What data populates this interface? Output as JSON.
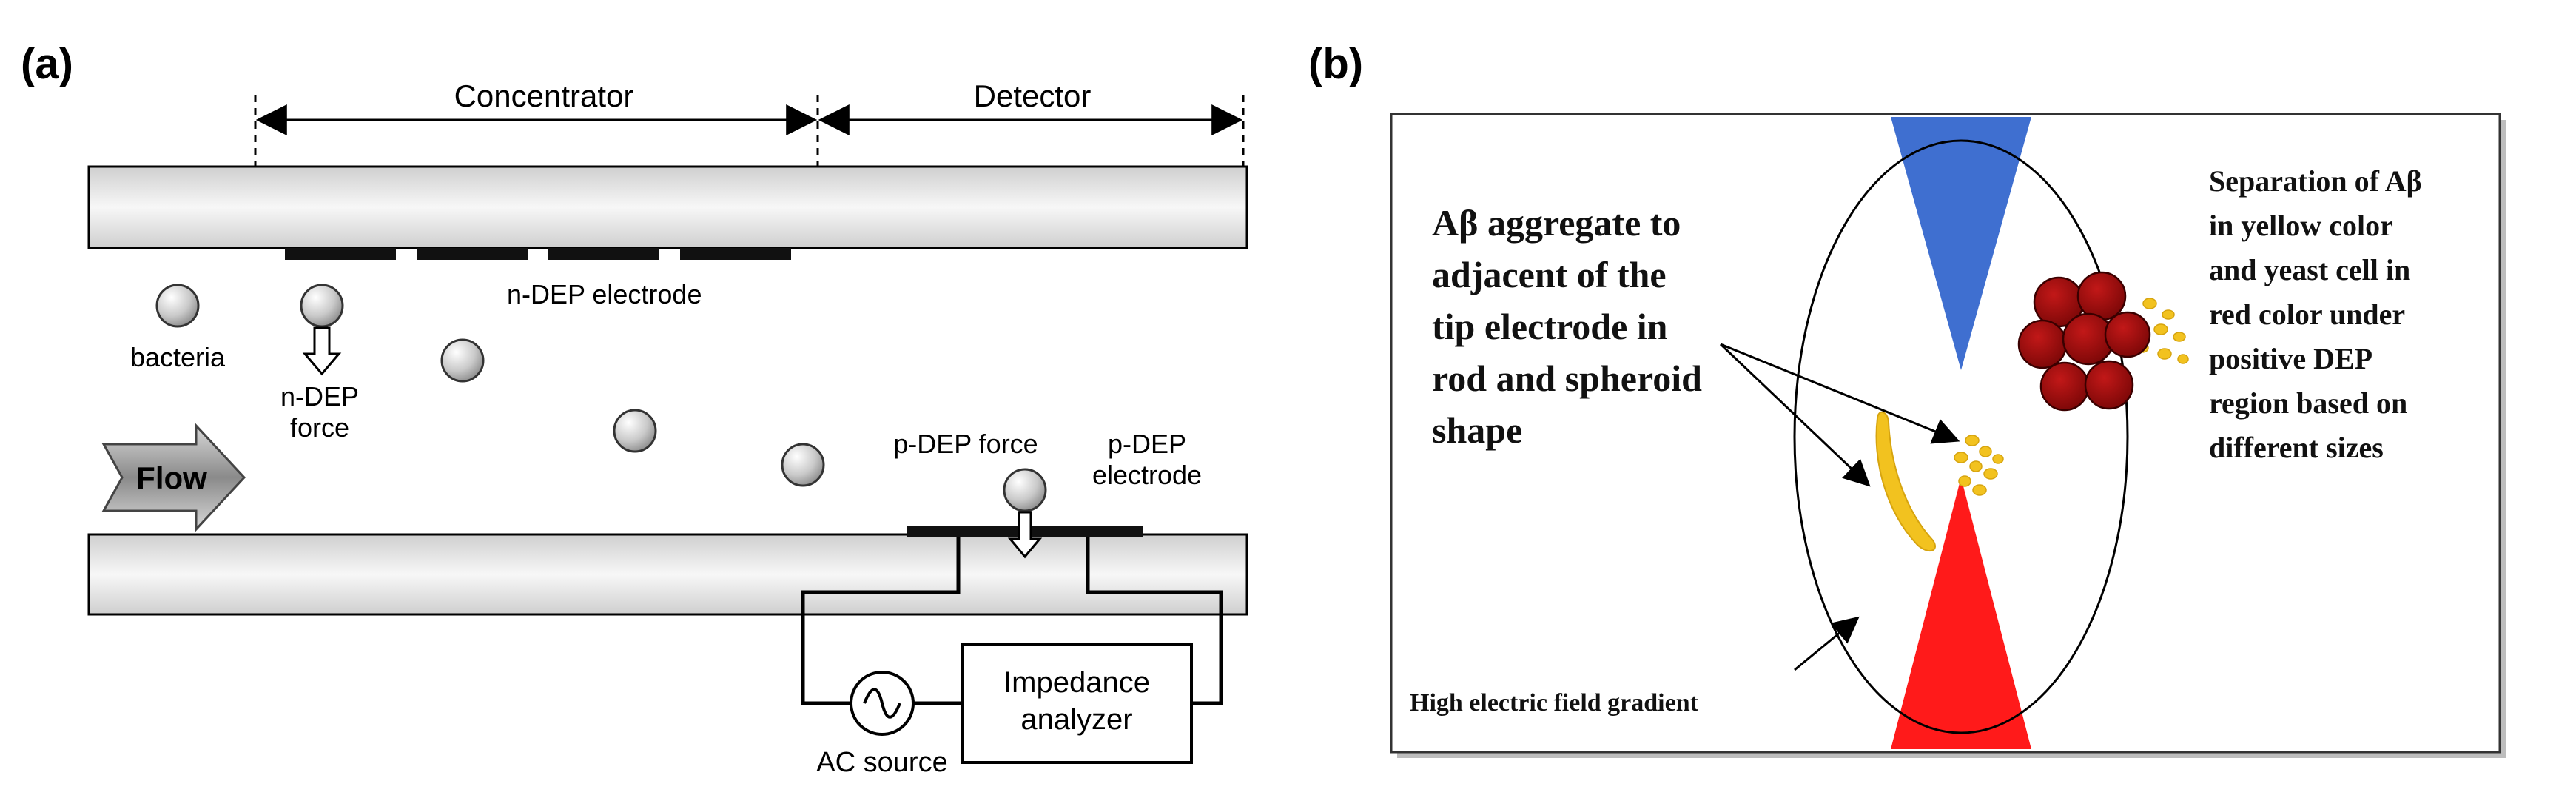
{
  "panel_a": {
    "label": "(a)",
    "section_concentrator": "Concentrator",
    "section_detector": "Detector",
    "bacteria_label": "bacteria",
    "ndep_force_line1": "n-DEP",
    "ndep_force_line2": "force",
    "ndep_electrode_label": "n-DEP electrode",
    "flow_label": "Flow",
    "pdep_force_label": "p-DEP force",
    "pdep_electrode_line1": "p-DEP",
    "pdep_electrode_line2": "electrode",
    "impedance_line1": "Impedance",
    "impedance_line2": "analyzer",
    "ac_source_label": "AC source",
    "ac_symbol": "~"
  },
  "panel_b": {
    "label": "(b)",
    "left_text": [
      "Aβ aggregate to",
      "adjacent  of the",
      "tip electrode in",
      "rod and spheroid",
      "shape"
    ],
    "right_text": [
      "Separation of Aβ",
      "in yellow color",
      "and yeast cell in",
      "red color under",
      "positive DEP",
      "region based on",
      "different sizes"
    ],
    "bottom_caption": "High electric field gradient"
  },
  "colors": {
    "channel_wall": "#e6e6e6",
    "electrode_blue": "#3f6fd0",
    "electrode_red": "#ff1a1a",
    "yeast_red": "#a80e0e",
    "abeta_yellow": "#f2c21f"
  }
}
